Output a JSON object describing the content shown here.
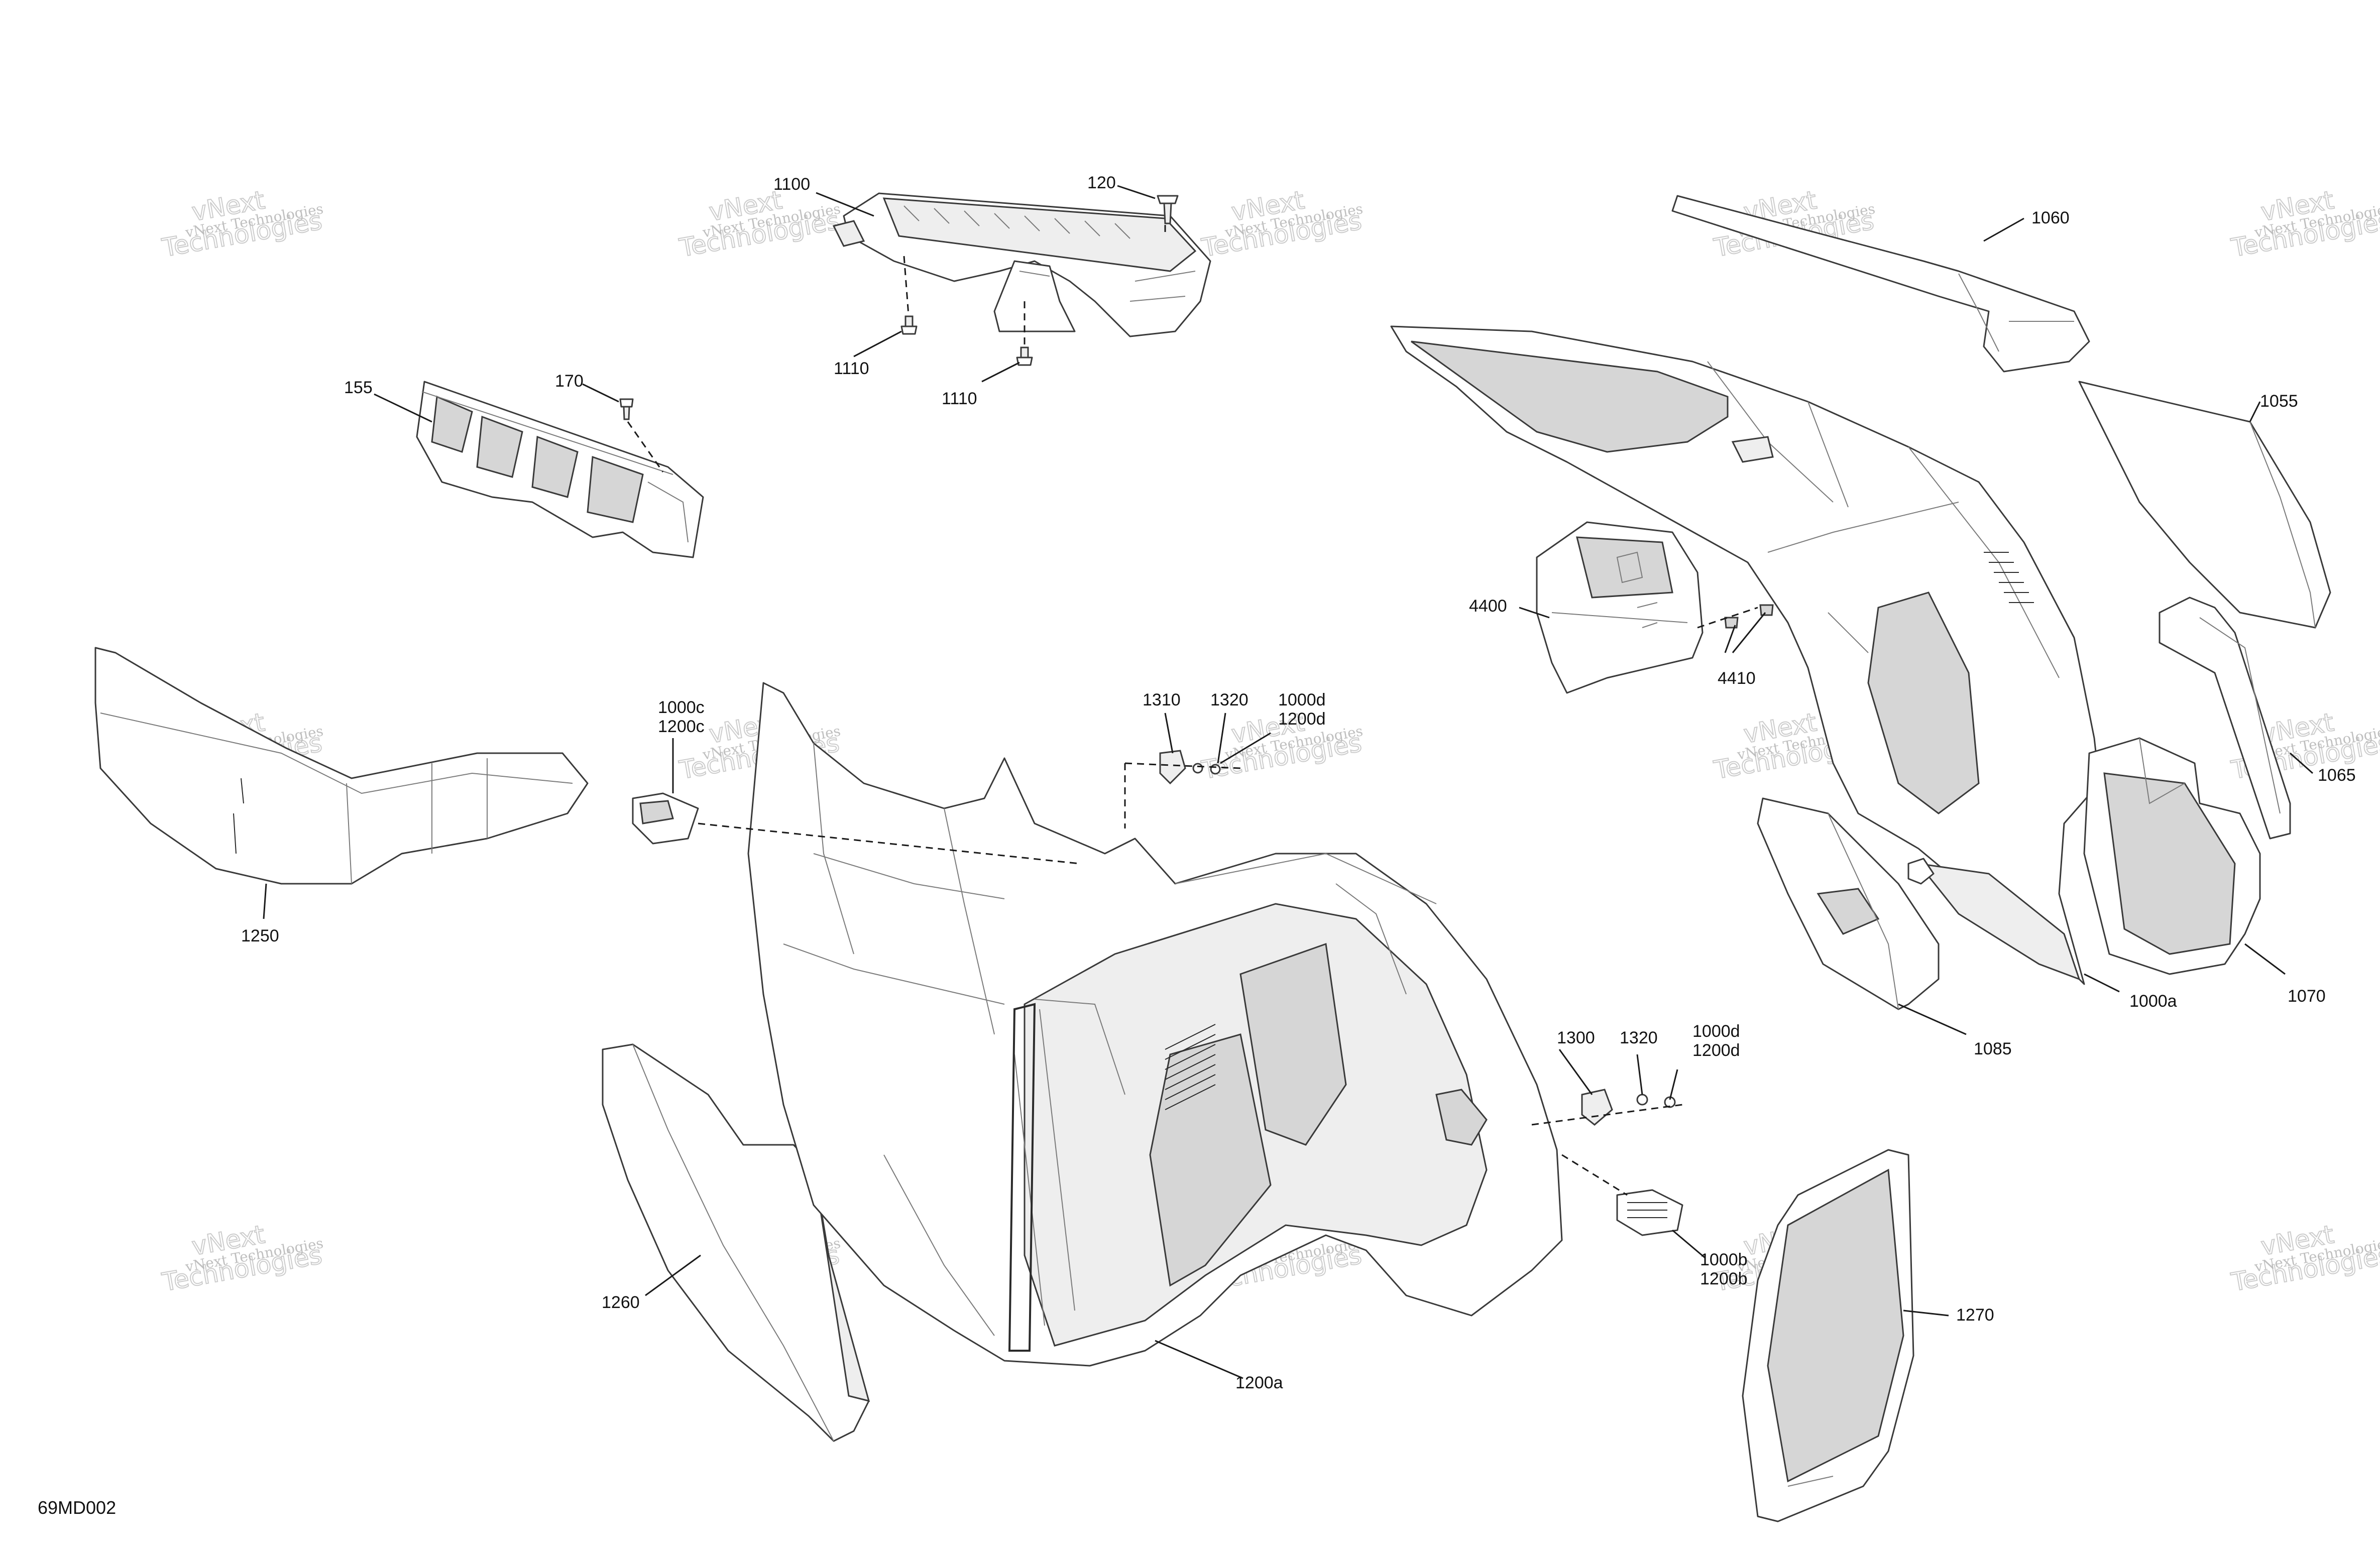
{
  "diagram": {
    "code": "69MD002",
    "callouts": {
      "c1100": "1100",
      "c120": "120",
      "c1110a": "1110",
      "c1110b": "1110",
      "c155": "155",
      "c170": "170",
      "c1060": "1060",
      "c1055": "1055",
      "c4400": "4400",
      "c4410": "4410",
      "c1250": "1250",
      "c1000c": "1000c",
      "c1200c": "1200c",
      "c1310": "1310",
      "c1320a": "1320",
      "c1000d_a": "1000d",
      "c1200d_a": "1200d",
      "c1085": "1085",
      "c1000a": "1000a",
      "c1070": "1070",
      "c1065": "1065",
      "c1300": "1300",
      "c1320b": "1320",
      "c1000d_b": "1000d",
      "c1200d_b": "1200d",
      "c1000b": "1000b",
      "c1200b": "1200b",
      "c1260": "1260",
      "c1200a": "1200a",
      "c1270": "1270"
    },
    "watermark": {
      "line1": "vNext Technologies",
      "big1": "vNext",
      "big2": "Technologies"
    }
  }
}
